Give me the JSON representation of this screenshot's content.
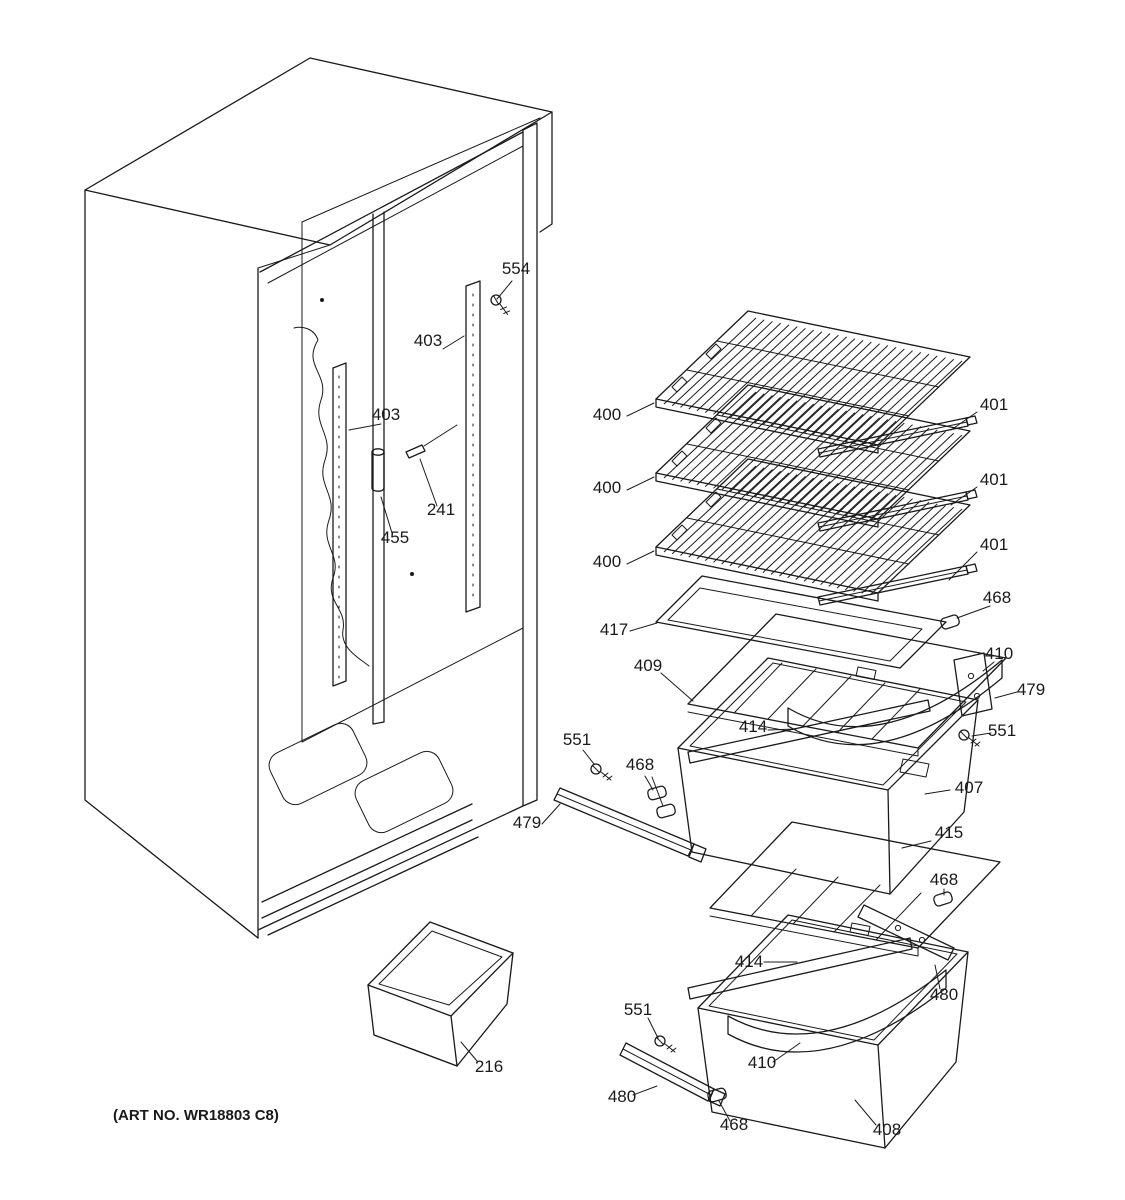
{
  "art_no": "(ART NO. WR18803 C8)",
  "labels": [
    "554",
    "403",
    "403",
    "400",
    "401",
    "400",
    "401",
    "400",
    "401",
    "241",
    "455",
    "417",
    "468",
    "409",
    "410",
    "479",
    "551",
    "414",
    "551",
    "468",
    "407",
    "479",
    "415",
    "468",
    "414",
    "480",
    "551",
    "410",
    "480",
    "216",
    "468",
    "408"
  ],
  "colors": {
    "line": "#1a1a1a",
    "background": "#ffffff"
  }
}
